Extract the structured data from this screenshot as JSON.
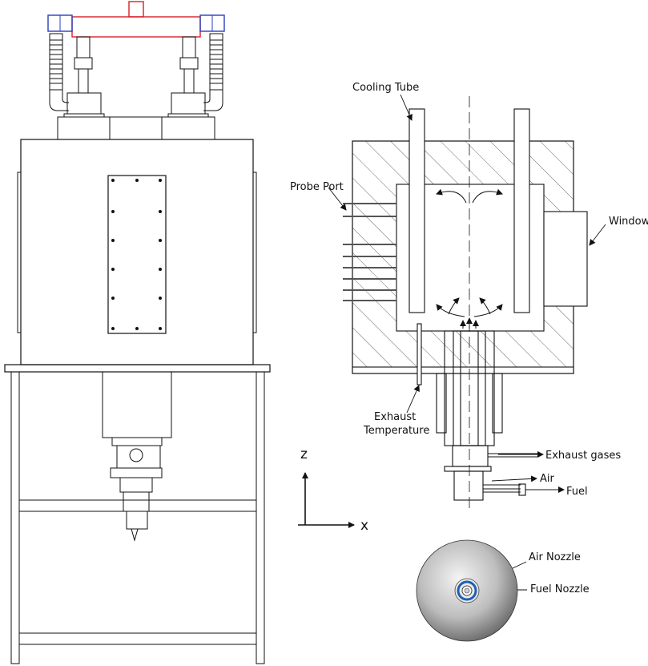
{
  "labels": {
    "cooling_tube": "Cooling Tube",
    "probe_port": "Probe Port",
    "window": "Window",
    "exhaust_temperature_line1": "Exhaust",
    "exhaust_temperature_line2": "Temperature",
    "exhaust_gases": "Exhaust gases",
    "air": "Air",
    "fuel": "Fuel",
    "air_nozzle": "Air Nozzle",
    "fuel_nozzle": "Fuel Nozzle"
  },
  "axes": {
    "z": "z",
    "x": "x"
  },
  "colors": {
    "line": "#111111",
    "manifold_pipe": "#d81f2a",
    "manifold_flange": "#2b3fbf",
    "nozzle_ring_blue": "#1d5fb8",
    "dome_light": "#e8e8e8",
    "dome_dark": "#555555"
  }
}
